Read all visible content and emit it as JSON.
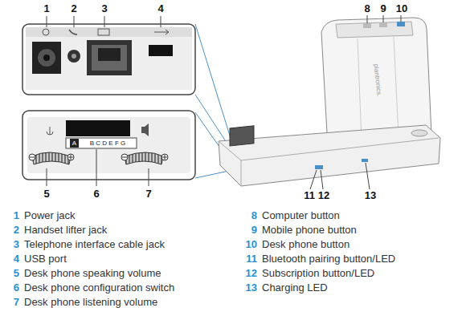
{
  "diagram": {
    "labels": [
      "1",
      "2",
      "3",
      "4",
      "5",
      "6",
      "7",
      "8",
      "9",
      "10",
      "11",
      "12",
      "13",
      "A",
      "B C D E F G",
      "plantronics.",
      "1",
      "Power jack",
      "2",
      "Handset lifter jack",
      "3",
      "Telephone interface cable jack",
      "4",
      "USB port",
      "5",
      "Desk phone speaking volume",
      "6",
      "Desk phone configuration switch",
      "7",
      "Desk phone listening volume",
      "8",
      "Computer button",
      "9",
      "Mobile phone button",
      "10",
      "Desk phone button",
      "11",
      "Bluetooth pairing button/LED",
      "12",
      "Subscription button/LED",
      "13",
      "Charging LED"
    ]
  }
}
